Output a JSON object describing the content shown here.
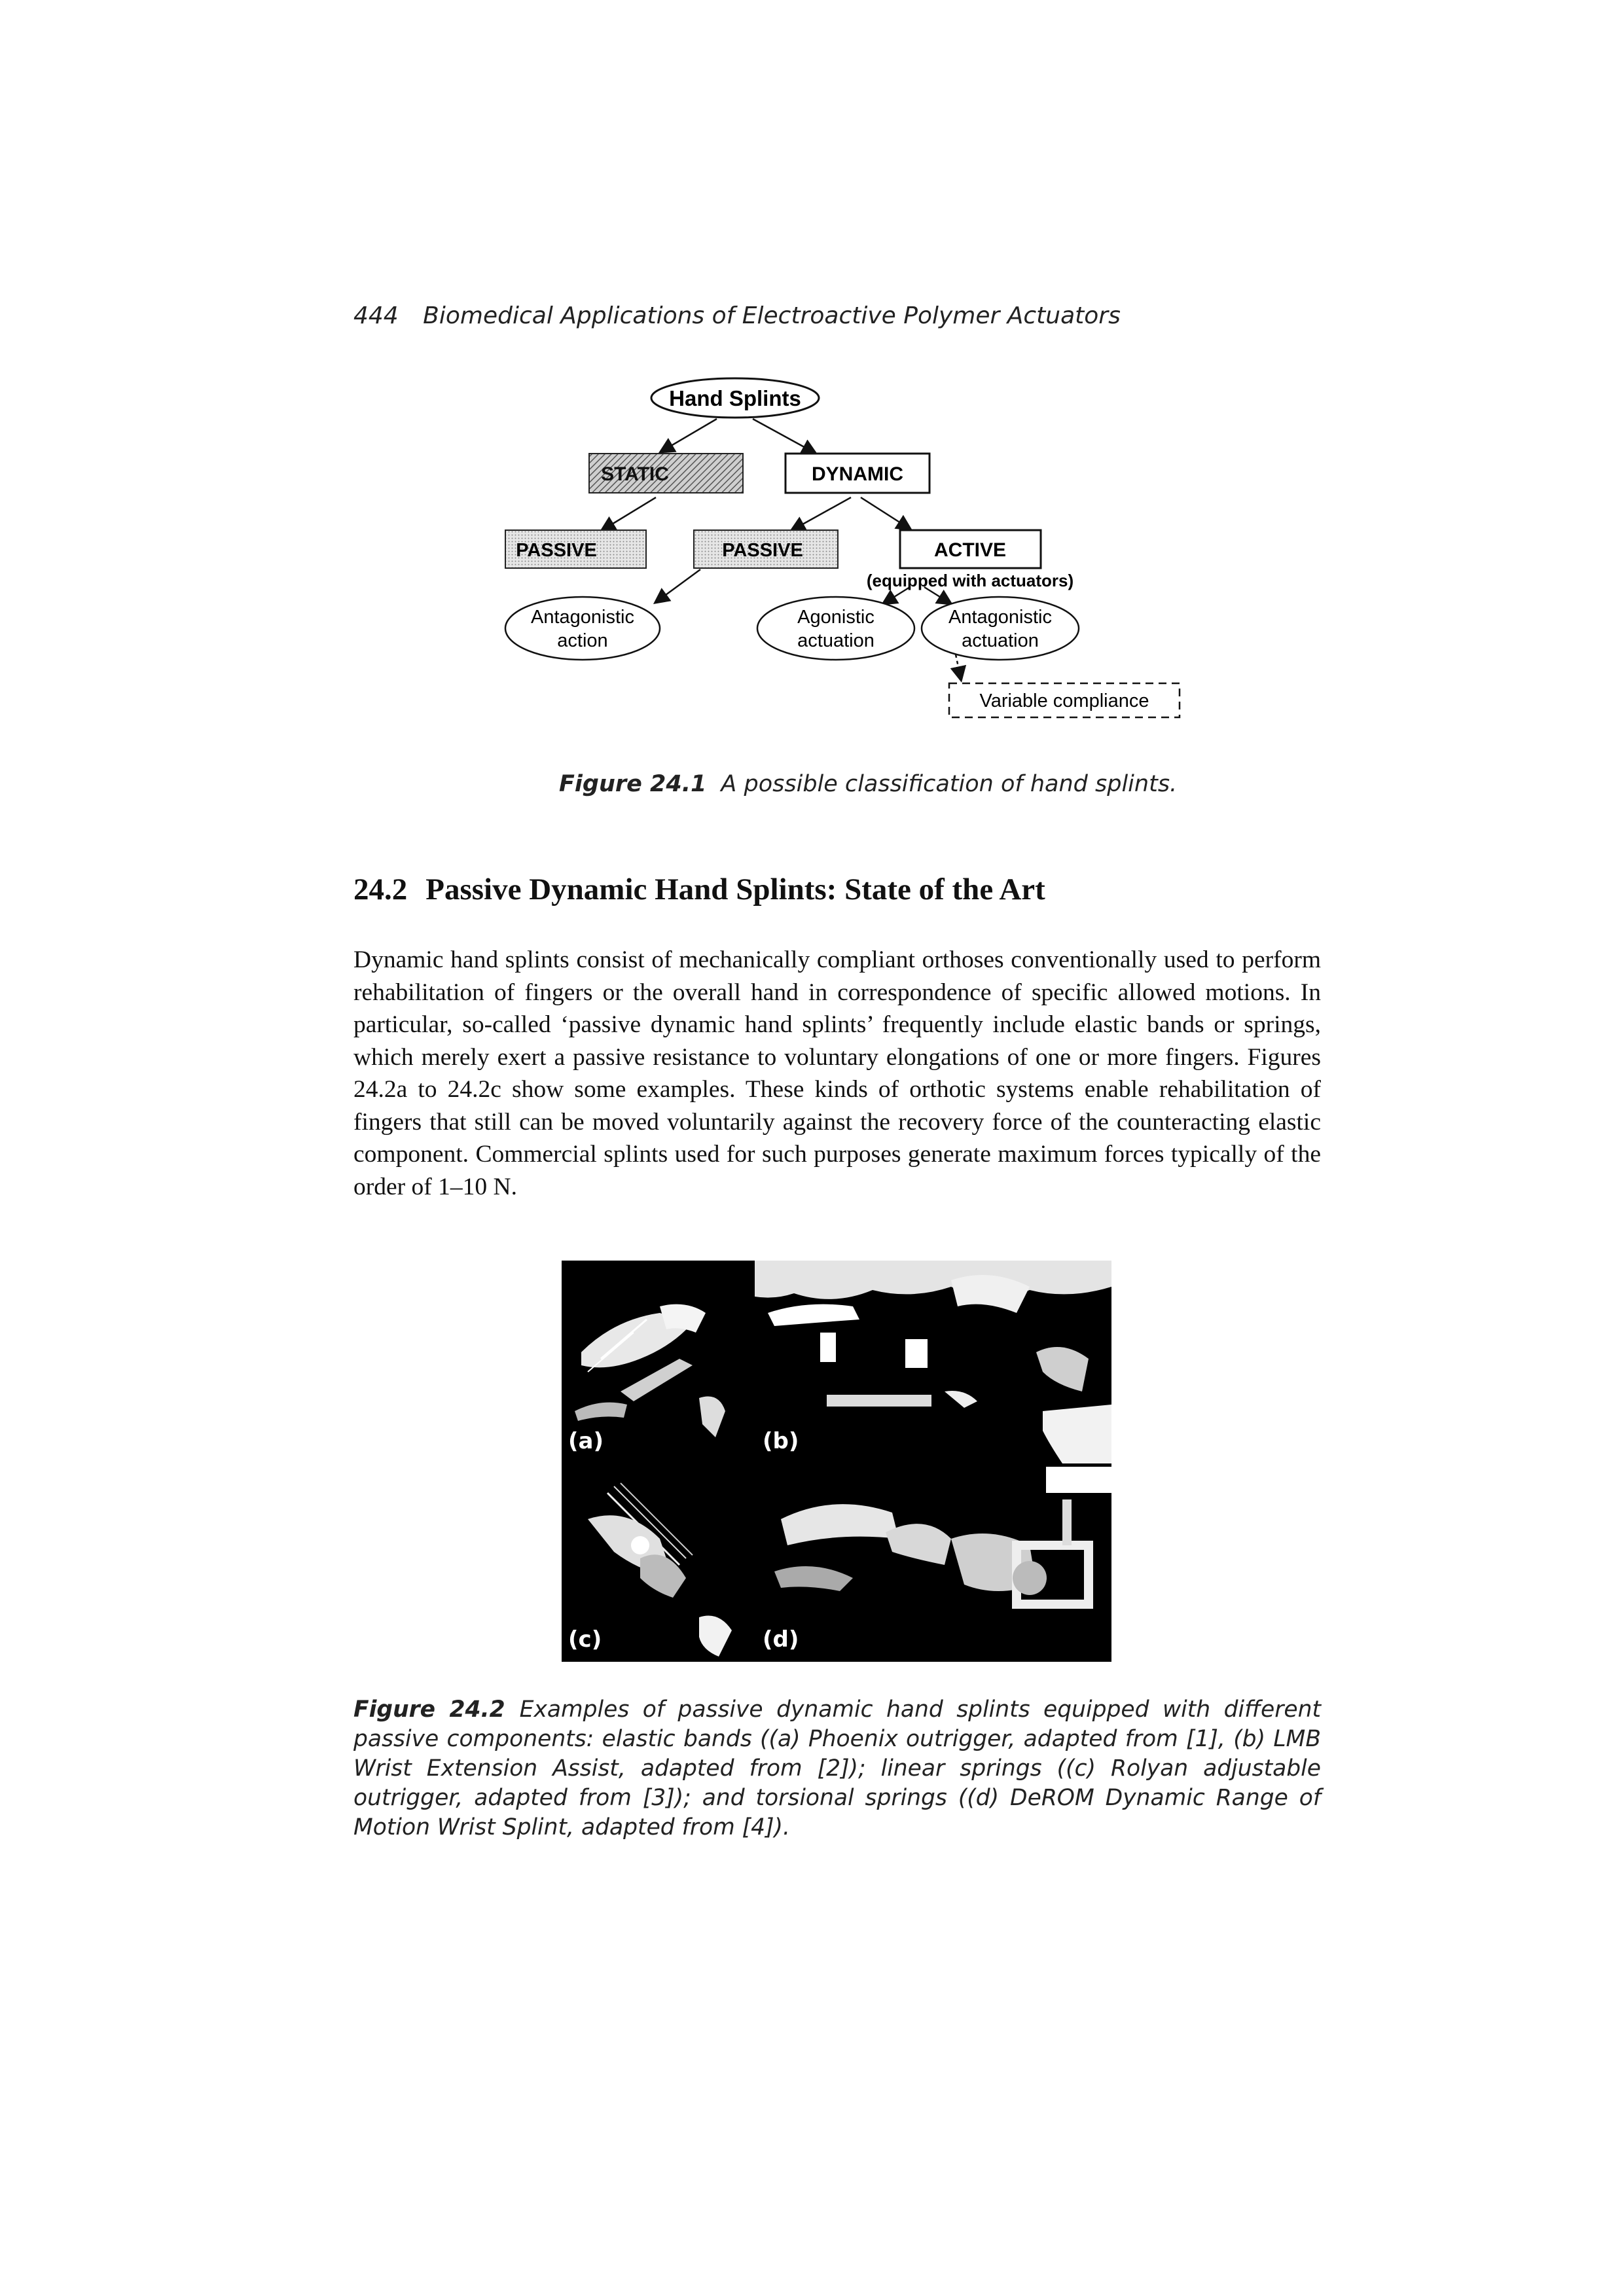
{
  "header": {
    "page_number": "444",
    "running_title": "Biomedical Applications of Electroactive Polymer Actuators"
  },
  "figure1": {
    "nodes": {
      "hand_splints": "Hand Splints",
      "static": "STATIC",
      "dynamic": "DYNAMIC",
      "passive_static": "PASSIVE",
      "passive_dynamic": "PASSIVE",
      "active": "ACTIVE",
      "active_note": "(equipped with actuators)",
      "antagonistic_action_1": "Antagonistic",
      "antagonistic_action_2": "action",
      "agonistic_actuation_1": "Agonistic",
      "agonistic_actuation_2": "actuation",
      "antagonistic_actuation_1": "Antagonistic",
      "antagonistic_actuation_2": "actuation",
      "variable_compliance": "Variable compliance"
    },
    "caption_label": "Figure 24.1",
    "caption_text": "A possible classification of hand splints."
  },
  "section": {
    "number": "24.2",
    "title": "Passive Dynamic Hand Splints: State of the Art"
  },
  "body_paragraph": "Dynamic hand splints consist of mechanically compliant orthoses conventionally used to perform rehabilitation of fingers or the overall hand in correspondence of specific allowed motions. In particular, so-called ‘passive dynamic hand splints’ frequently include elastic bands or springs, which merely exert a passive resistance to voluntary elongations of one or more fingers. Figures 24.2a to 24.2c show some examples. These kinds of orthotic systems enable rehabilitation of fingers that still can be moved voluntarily against the recovery force of the counteracting elastic component. Commercial splints used for such purposes generate maximum forces typically of the order of 1–10 N.",
  "figure2": {
    "panel_labels": [
      "(a)",
      "(b)",
      "(c)",
      "(d)"
    ],
    "caption_label": "Figure 24.2",
    "caption_text": "Examples of passive dynamic hand splints equipped with different passive components: elastic bands ((a) Phoenix outrigger, adapted from [1], (b) LMB Wrist Extension Assist, adapted from [2]); linear springs ((c) Rolyan adjustable outrigger, adapted from [3]); and torsional springs ((d) DeROM Dynamic Range of Motion Wrist Splint, adapted from [4])."
  }
}
